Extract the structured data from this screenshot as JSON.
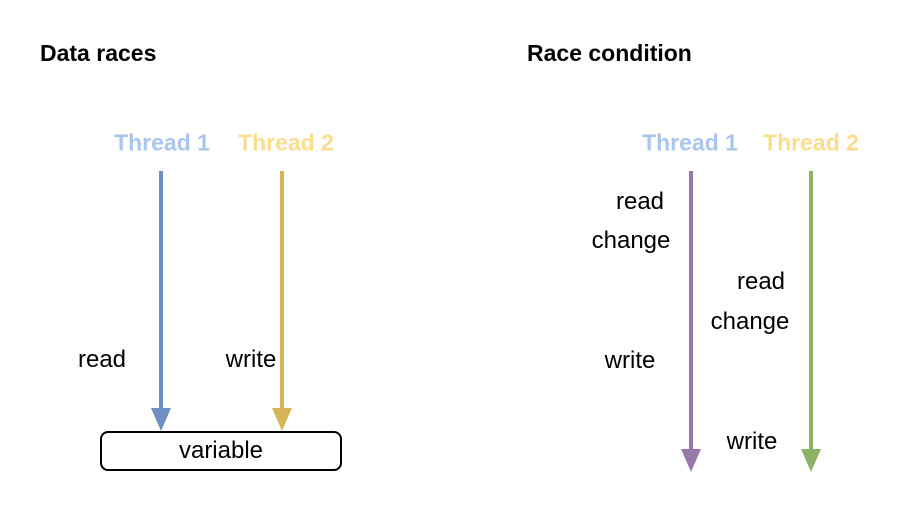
{
  "page": {
    "background": "#ffffff"
  },
  "colors": {
    "title_text": "#000000",
    "step_text": "#000000",
    "thread1_label": "#a9c6ec",
    "thread2_label": "#fbdd8d",
    "data_races_thread1_arrow": "#6d8fc1",
    "data_races_thread2_arrow": "#d6b656",
    "race_condition_thread1_arrow": "#9878ab",
    "race_condition_thread2_arrow": "#8ab364",
    "variable_box_border": "#000000",
    "variable_box_fill": "#ffffff"
  },
  "left_diagram": {
    "title": "Data races",
    "thread1_label": "Thread 1",
    "thread2_label": "Thread 2",
    "thread1_action": "read",
    "thread2_action": "write",
    "variable_label": "variable"
  },
  "right_diagram": {
    "title": "Race condition",
    "thread1_label": "Thread 1",
    "thread2_label": "Thread 2",
    "thread1_steps": [
      "read",
      "change",
      "write"
    ],
    "thread2_steps": [
      "read",
      "change",
      "write"
    ]
  }
}
